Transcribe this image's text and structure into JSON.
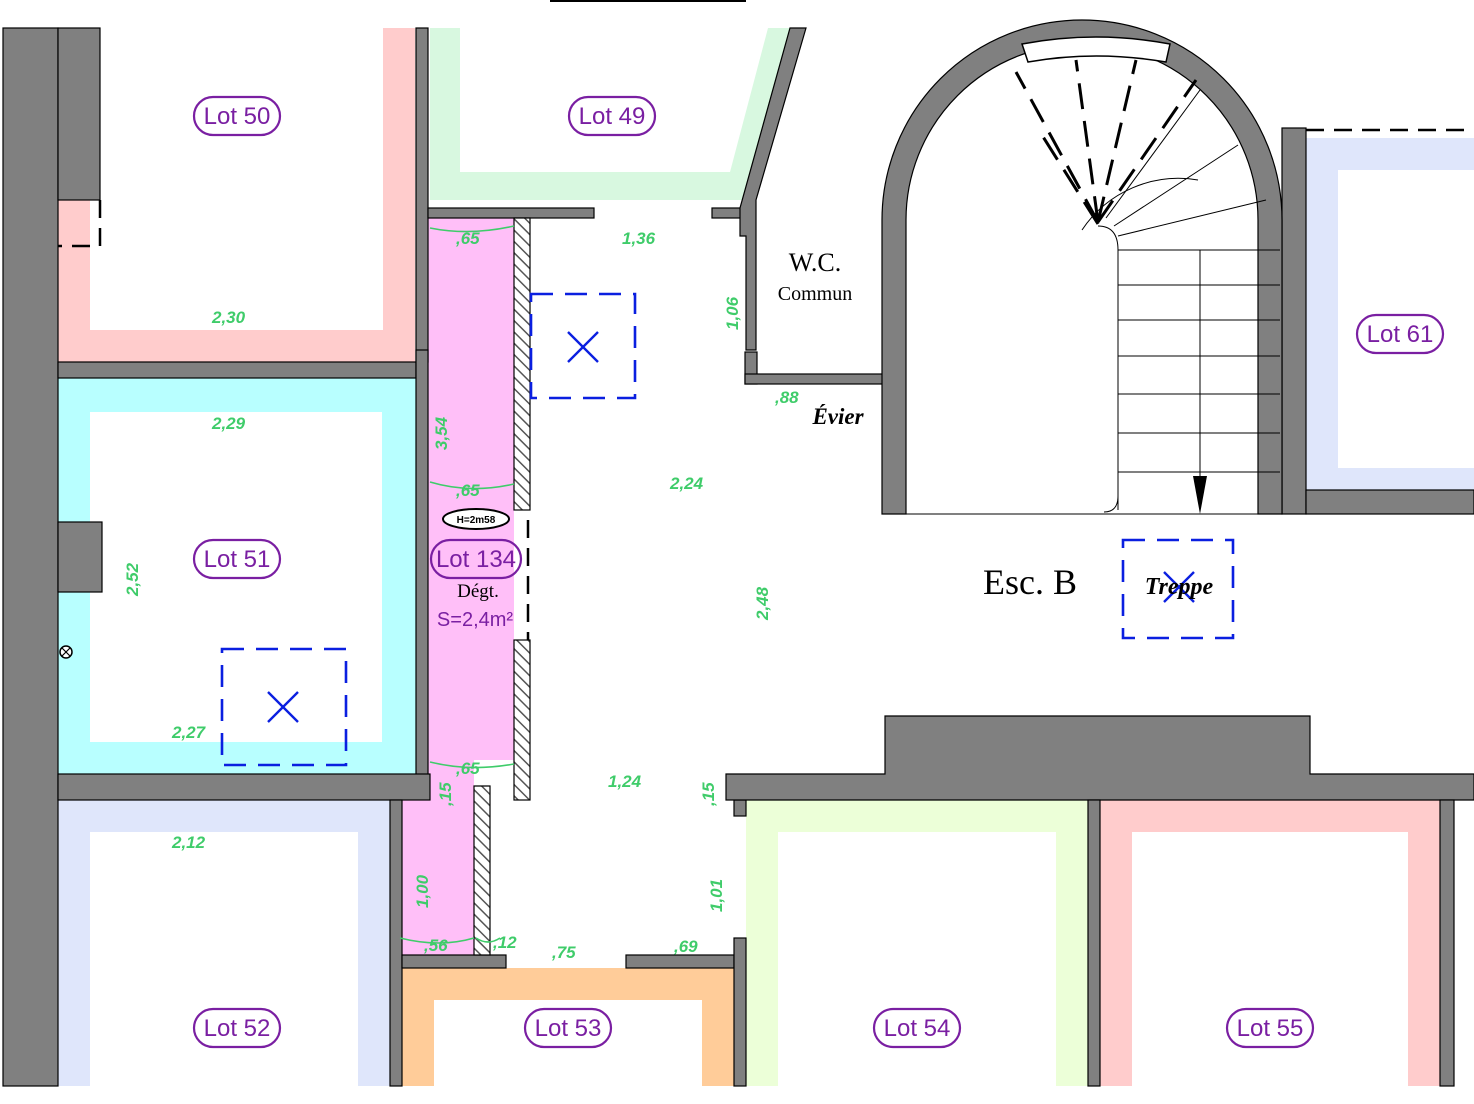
{
  "lots": {
    "lot50": "Lot 50",
    "lot49": "Lot 49",
    "lot61": "Lot 61",
    "lot51": "Lot 51",
    "lot134": "Lot 134",
    "lot52": "Lot 52",
    "lot53": "Lot 53",
    "lot54": "Lot 54",
    "lot55": "Lot 55"
  },
  "lot134_details": {
    "use": "Dégt.",
    "area": "S=2,4m²",
    "height_tag": "H=2m58"
  },
  "rooms": {
    "wc_line1": "W.C.",
    "wc_line2": "Commun",
    "sink": "Évier",
    "stair": "Esc. B",
    "hatch_label": "Treppe"
  },
  "dimensions": {
    "d_065_top": ",65",
    "d_136": "1,36",
    "d_106": "1,06",
    "d_230": "2,30",
    "d_088": ",88",
    "d_229": "2,29",
    "d_354": "3,54",
    "d_065_mid": ",65",
    "d_224": "2,24",
    "d_252": "2,52",
    "d_248": "2,48",
    "d_227": "2,27",
    "d_065_low": ",65",
    "d_124": "1,24",
    "d_015_left": ",15",
    "d_015_right": ",15",
    "d_212": "2,12",
    "d_100": "1,00",
    "d_101": "1,01",
    "d_056": ",56",
    "d_012": ",12",
    "d_075": ",75",
    "d_069": ",69"
  },
  "colors": {
    "wall": "#808080",
    "lot50_fill": "#ffcccc",
    "lot49_fill": "#d8f8e0",
    "lot61_fill": "#dfe6fb",
    "lot51_fill": "#b8ffff",
    "lot134_fill": "#ffbff8",
    "lot52_fill": "#dfe6fb",
    "lot53_fill": "#ffcc99",
    "lot54_fill": "#ecffd8",
    "lot55_fill": "#ffcccc",
    "label": "#7a1fa2",
    "dimension": "#3fcc6a",
    "trapdoor": "#0a1fe0"
  }
}
